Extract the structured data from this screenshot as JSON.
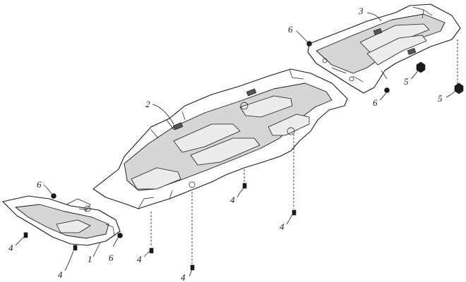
{
  "callouts": {
    "part_1": "1",
    "part_2": "2",
    "part_3": "3",
    "bolt_4": "4",
    "nut_5": "5",
    "screw_6": "6"
  },
  "colors": {
    "line": "#1a1a1a",
    "shade": "#d6d6d6",
    "background": "#ffffff"
  }
}
